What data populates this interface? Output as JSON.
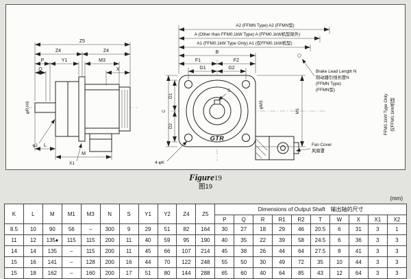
{
  "page": {
    "units": "(mm)"
  },
  "caption": {
    "en_label": "Figure",
    "number": "19",
    "cn": "图19"
  },
  "drawing": {
    "side_view": {
      "z5": "Z5",
      "z4_left": "Z4",
      "z4_right": "Z4",
      "p": "P",
      "q": "Q",
      "y1": "Y1",
      "m3": "M3",
      "x": "X",
      "x1": "X1",
      "l": "L",
      "m": "M",
      "phi_r": "φR H6",
      "phi_j": "φJ"
    },
    "front_view": {
      "a2": "A2 (FFMN Type)  A2 (FFMN型)",
      "a": "A (Other than FFM0.1kW Type)  A (FFM0.1kW机型除外)",
      "a1": "A1 (FFM0.1kW Type Only)  A1 (仅FFM0.1kW机型)",
      "b": "B",
      "f1": "F1",
      "f2": "F2",
      "g1": "G1",
      "g2": "G2",
      "c": "C",
      "d1": "D1",
      "d2": "D2",
      "s": "S",
      "m1": "M1",
      "phi_m3": "φM3",
      "four_phi_k": "4-φK",
      "logo": "GTR",
      "brake_line1": "Brake Lead Length N",
      "brake_line2": "制动器引线长度N",
      "brake_line3": "(FFMN Type)",
      "brake_line4": "(FFMN型)",
      "ffm_note_en": "FFM0.1kW Type Only",
      "ffm_note_cn": "仅FFM0.1kW机型",
      "fan_en": "Fan Cover",
      "fan_cn": "风扇罩"
    }
  },
  "table": {
    "headers_left": [
      "K",
      "L",
      "M",
      "M1",
      "M3",
      "N",
      "S",
      "Y1",
      "Y2",
      "Z4",
      "Z5"
    ],
    "group_header": {
      "en": "Dimensions of Output Shaft",
      "cn": "输出轴的尺寸"
    },
    "headers_shaft": [
      "P",
      "Q",
      "R",
      "R1",
      "R2",
      "T",
      "W",
      "X",
      "X1",
      "X2"
    ],
    "rows": [
      [
        "8.5",
        "10",
        "90",
        "56",
        "–",
        "300",
        "9",
        "29",
        "51",
        "82",
        "164",
        "30",
        "27",
        "18",
        "29",
        "46",
        "20.5",
        "6",
        "31",
        "3",
        "1"
      ],
      [
        "11",
        "12",
        "135♦",
        "115",
        "115",
        "200",
        "11",
        "40",
        "59",
        "95",
        "190",
        "40",
        "35",
        "22",
        "39",
        "58",
        "24.5",
        "6",
        "36",
        "3",
        "3"
      ],
      [
        "14",
        "14",
        "135",
        "–",
        "115",
        "200",
        "11",
        "45",
        "66",
        "107",
        "214",
        "45",
        "38",
        "26",
        "44",
        "64",
        "27.5",
        "8",
        "41",
        "3",
        "3"
      ],
      [
        "15",
        "16",
        "141",
        "–",
        "128",
        "200",
        "16",
        "44",
        "70",
        "122",
        "248",
        "55",
        "50",
        "30",
        "49",
        "72",
        "35",
        "10",
        "44",
        "3",
        "3"
      ],
      [
        "15",
        "18",
        "162",
        "–",
        "160",
        "200",
        "17",
        "51",
        "80",
        "144",
        "288",
        "65",
        "60",
        "40",
        "64",
        "85",
        "43",
        "12",
        "64",
        "3",
        "3"
      ]
    ]
  }
}
